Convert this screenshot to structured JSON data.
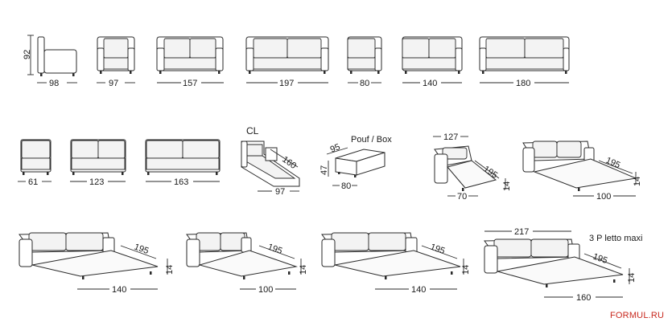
{
  "row1": {
    "height_label": "92",
    "widths": [
      "98",
      "97",
      "157",
      "197",
      "80",
      "140",
      "180"
    ]
  },
  "row2": {
    "widths": [
      "61",
      "123",
      "163"
    ],
    "chaise": {
      "label": "CL",
      "depth": "160",
      "width": "97"
    },
    "pouf": {
      "label": "Pouf / Box",
      "depth": "95",
      "height": "47",
      "width": "80"
    },
    "bed_small": {
      "top": "127",
      "depth": "195",
      "height": "14",
      "width": "70"
    },
    "bed_medium": {
      "depth": "195",
      "height": "14",
      "width": "100"
    }
  },
  "row3": {
    "beds": [
      {
        "depth": "195",
        "height": "14",
        "width": "140"
      },
      {
        "depth": "195",
        "height": "14",
        "width": "100"
      },
      {
        "depth": "195",
        "height": "14",
        "width": "140"
      },
      {
        "top": "217",
        "depth": "195",
        "height": "14",
        "width": "160",
        "label": "3 P letto maxi"
      }
    ]
  },
  "watermark": "FORMUL.RU"
}
